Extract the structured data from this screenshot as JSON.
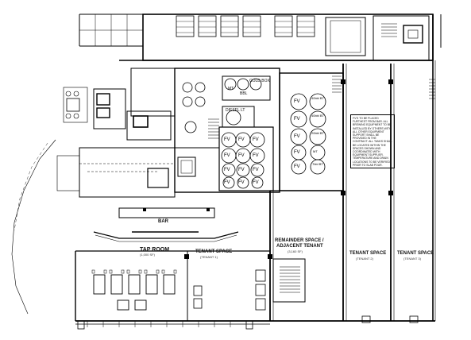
{
  "rooms": {
    "tap_room": "TAP ROOM",
    "tap_room_sub": "(1,000 SF)",
    "tenant_space_1": "TENANT SPACE",
    "tenant_space_1_sub": "(TENANT 1)",
    "remainder_space": "REMAINDER SPACE /",
    "adjacent_tenant": "ADJACENT TENANT",
    "adjacent_sub": "(3,160 SF)",
    "tenant_space_2": "TENANT SPACE",
    "tenant_space_2_sub": "(TENANT 2)",
    "tenant_space_3": "TENANT SPACE",
    "tenant_space_3_sub": "(TENANT 3)",
    "bar": "BAR",
    "diesel": "DIESEL LT",
    "cold_box": "COLD BOX",
    "mt": "MT",
    "bbl": "BBL"
  },
  "tanks": {
    "fv": "FV",
    "bt_40": "40bbl BT",
    "bt_20": "20bbl BT",
    "bt_7": "7bbl BT",
    "mt": "MT"
  },
  "note_text": "FV'S TO BE PLACED FURTHEST FROM BAR. ALL BREWING EQUIPMENT TO BE INSTALLED BY OTHERS WITH ALL OTHER EQUIPMENT SUPPORT SHALL BE PROVIDED IN THE CONTRACT. ALL TANKS SHALL BE LOCATED WITHIN THE SPACES SHOWN AND COORDINATED WITH EQUIPMENT SUPPLIER. TEMPERATURE AND DRAIN LOCATIONS TO BE VERIFIED PRIOR TO SLAB POUR."
}
